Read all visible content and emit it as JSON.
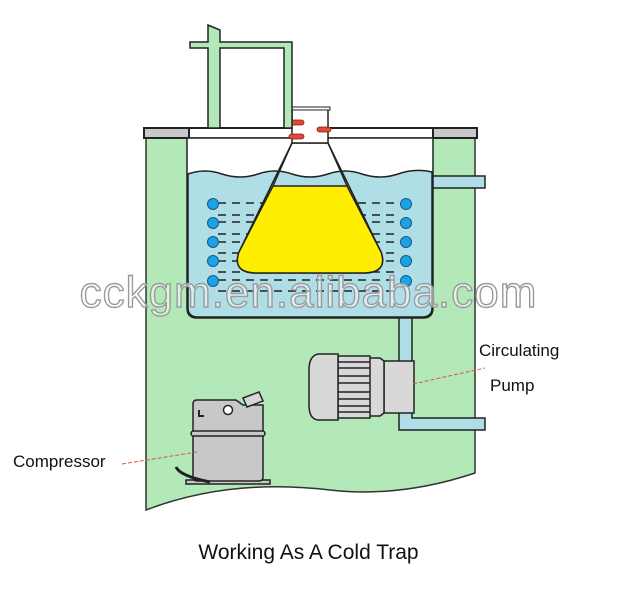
{
  "diagram": {
    "title": "Working As A Cold Trap",
    "watermark": "cckgm.en.alibaba.com",
    "labels": {
      "circulating_pump_line1": "Circulating",
      "circulating_pump_line2": "Pump",
      "compressor": "Compressor"
    },
    "components": [
      "outer-housing",
      "cooling-bath",
      "erlenmeyer-flask",
      "vacuum-tube",
      "cooling-coil",
      "circulating-pump",
      "compressor",
      "inlet-pipe",
      "outlet-pipe"
    ],
    "colors": {
      "housing_green": "#b3e8b8",
      "bath_blue": "#b0dee6",
      "flask_liquid": "#ffee00",
      "coil_blue": "#1aa3e8",
      "seal_red": "#e04a3a",
      "metal_gray": "#c8c8c8",
      "outline": "#222222",
      "leader_line": "#e05050"
    }
  }
}
